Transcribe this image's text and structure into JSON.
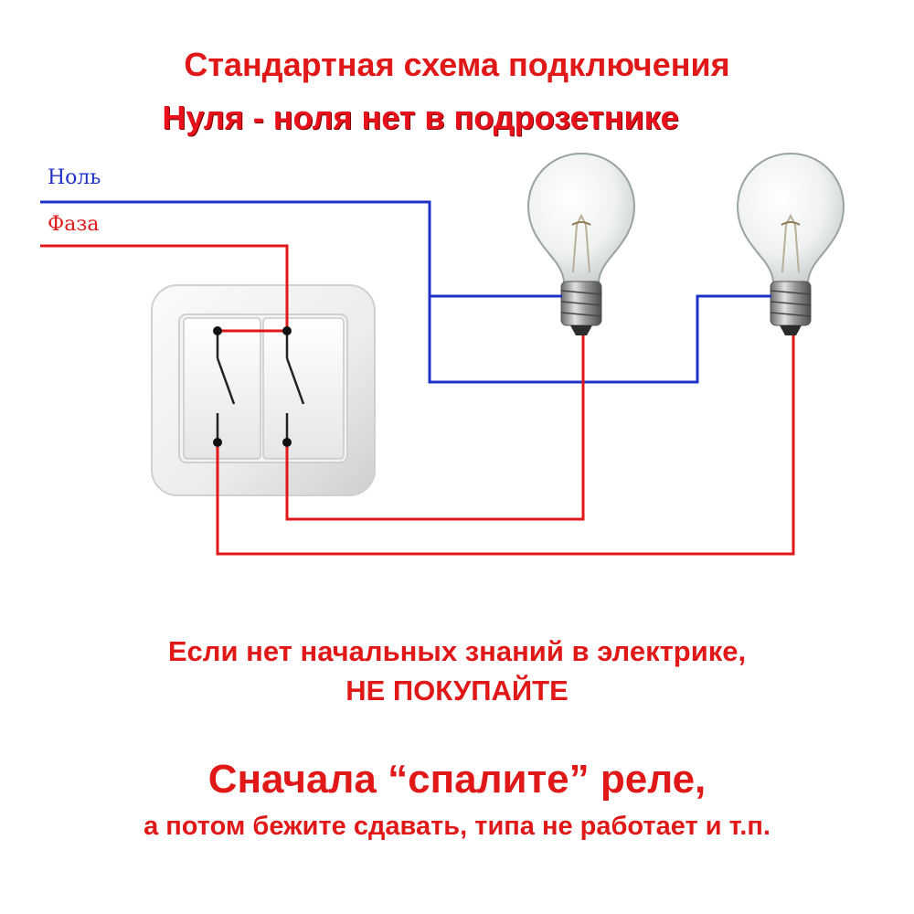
{
  "header": {
    "title": "Стандартная схема подключения",
    "subtitle": "Нуля - ноля нет в подрозетнике"
  },
  "diagram": {
    "neutral_label": "Ноль",
    "phase_label": "Фаза",
    "colors": {
      "neutral": "#1f32c8",
      "phase": "#e01818",
      "text_red": "#e01818"
    },
    "components": [
      "two-gang-switch",
      "bulb-left",
      "bulb-right"
    ]
  },
  "warning": {
    "line1": "Если нет начальных знаний в электрике,",
    "line2": "НЕ ПОКУПАЙТЕ"
  },
  "call_to_action": {
    "line1": "Сначала “спалите” реле,",
    "line2": "а потом бежите сдавать, типа не работает и т.п."
  }
}
